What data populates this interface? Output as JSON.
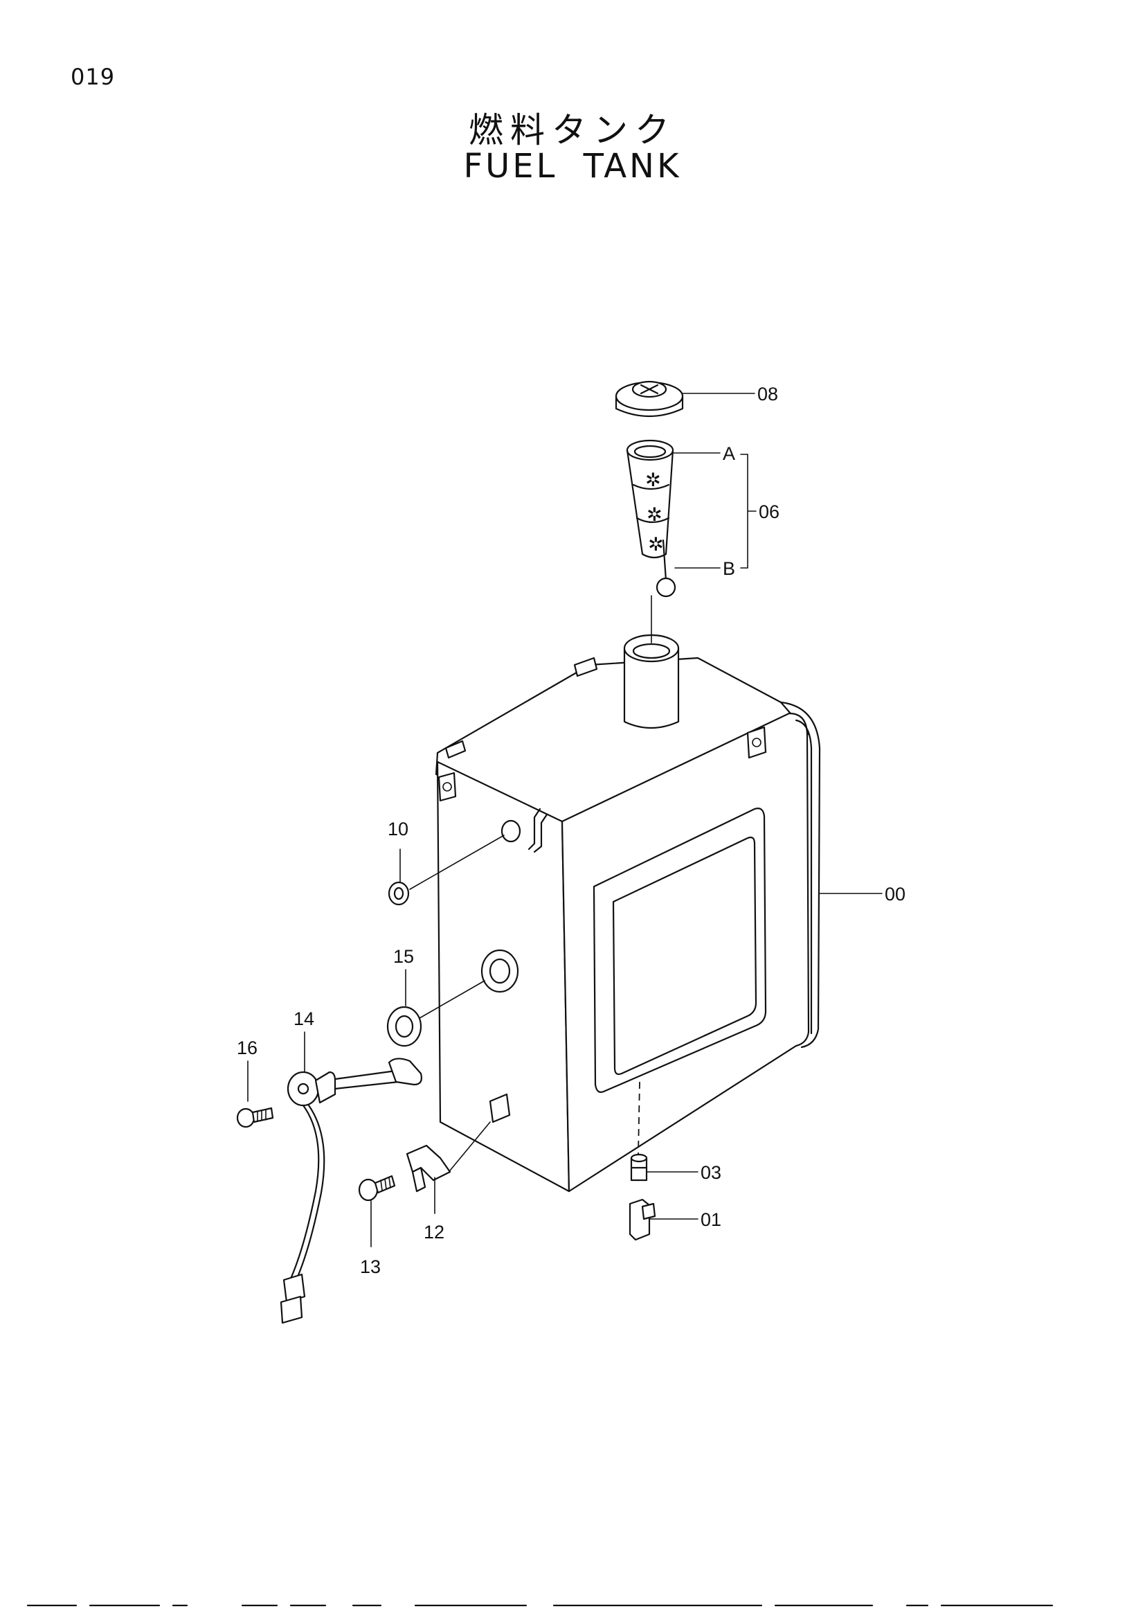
{
  "page": {
    "number": "019",
    "title_jp": "燃料タンク",
    "title_en": "FUEL TANK"
  },
  "callouts": {
    "c00": "00",
    "c01": "01",
    "c03": "03",
    "c06": "06",
    "c08": "08",
    "c10": "10",
    "c12": "12",
    "c13": "13",
    "c14": "14",
    "c15": "15",
    "c16": "16",
    "sub_a": "A",
    "sub_b": "B"
  }
}
